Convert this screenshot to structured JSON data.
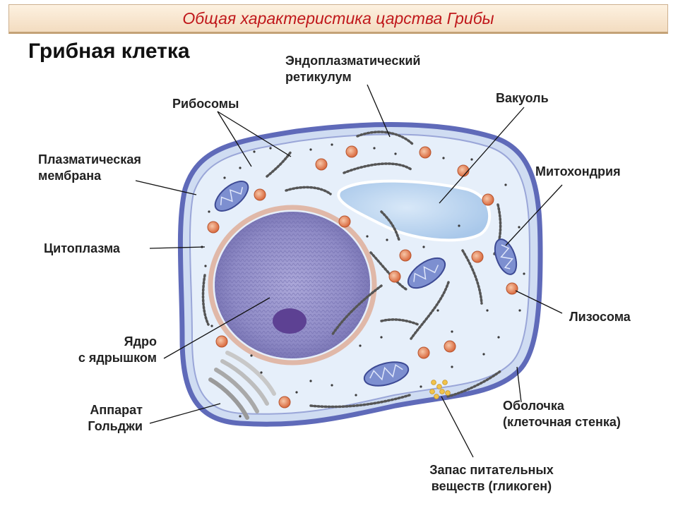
{
  "header": {
    "title": "Общая характеристика царства Грибы"
  },
  "diagram": {
    "title": "Грибная клетка",
    "labels": {
      "er_line1": "Эндоплазматический",
      "er_line2": "ретикулум",
      "ribosomes": "Рибосомы",
      "vacuole": "Вакуоль",
      "membrane_line1": "Плазматическая",
      "membrane_line2": "мембрана",
      "mitochondria": "Митохондрия",
      "cytoplasm": "Цитоплазма",
      "lysosome": "Лизосома",
      "nucleus_line1": "Ядро",
      "nucleus_line2": "с ядрышком",
      "wall_line1": "Оболочка",
      "wall_line2": "(клеточная стенка)",
      "golgi_line1": "Аппарат",
      "golgi_line2": "Гольджи",
      "glycogen_line1": "Запас питательных",
      "glycogen_line2": "веществ (гликоген)"
    }
  },
  "colors": {
    "header_text": "#c0181b",
    "cell_wall": "#6a74c4",
    "cytoplasm": "#e4eefa",
    "nucleus": "#8a86c0",
    "nucleolus": "#5b3f8f",
    "vacuole": "#bcd6f0",
    "lysosome": "#e58a5c",
    "glycogen": "#f2c34a"
  }
}
